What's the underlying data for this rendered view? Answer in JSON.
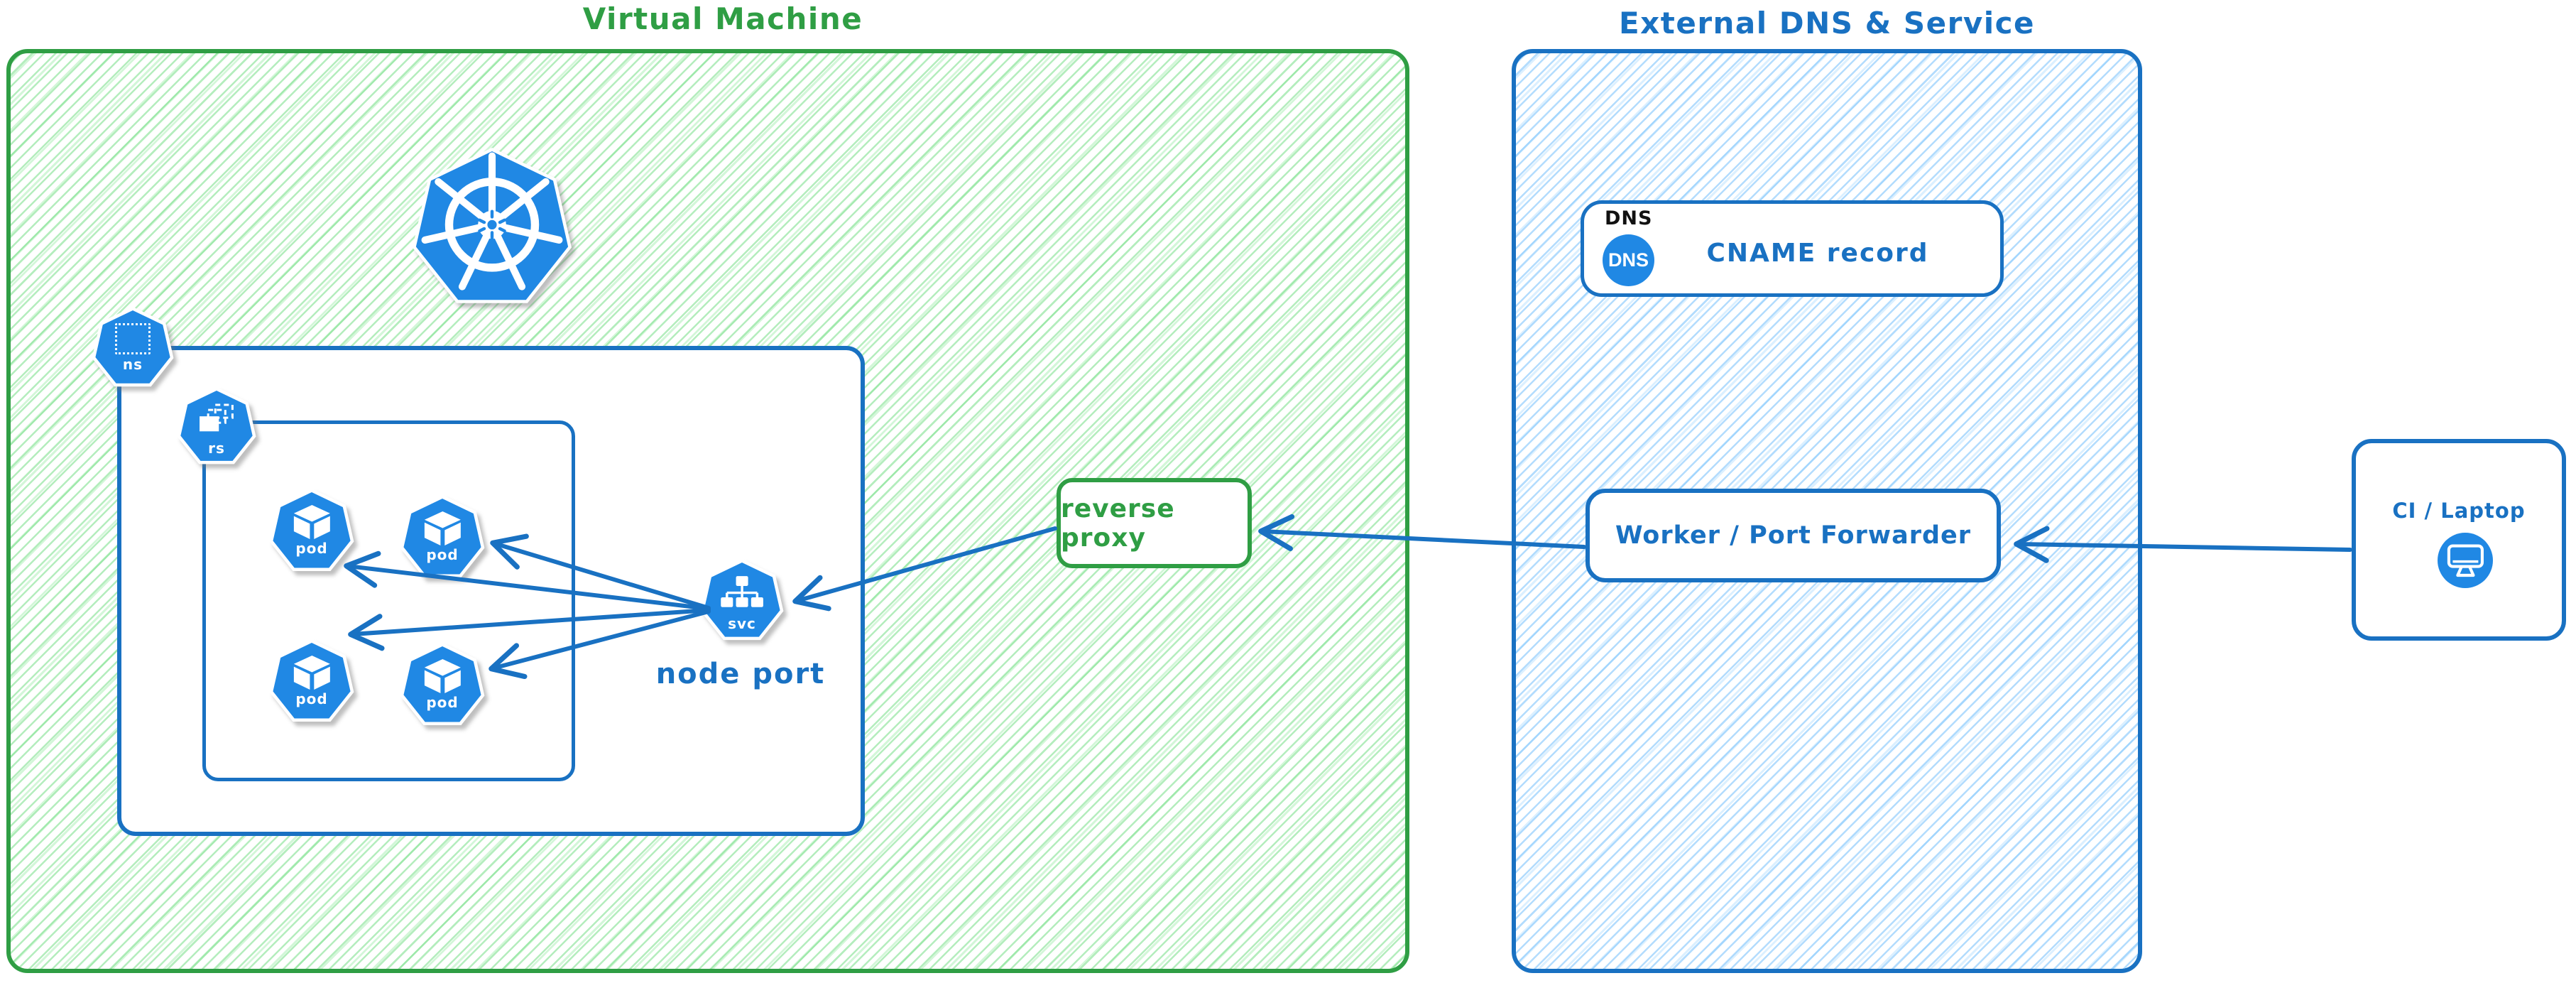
{
  "colors": {
    "green_stroke": "#2f9e44",
    "blue_stroke": "#1971c2",
    "icon_blue": "#2088e4",
    "hatch_green": "#69db7c",
    "hatch_blue": "#74c0fc",
    "tag_text": "#111111"
  },
  "vm": {
    "title": "Virtual Machine",
    "kubernetes_logo": "kubernetes-wheel-icon",
    "namespace": {
      "icon_label": "ns"
    },
    "replicaset": {
      "icon_label": "rs"
    },
    "pods": [
      {
        "label": "pod"
      },
      {
        "label": "pod"
      },
      {
        "label": "pod"
      },
      {
        "label": "pod"
      }
    ],
    "service": {
      "icon_label": "svc",
      "caption": "node port"
    },
    "reverse_proxy": {
      "label": "reverse proxy"
    }
  },
  "external": {
    "title": "External DNS & Service",
    "dns": {
      "tag": "DNS",
      "badge": "DNS",
      "label": "CNAME record"
    },
    "worker": {
      "label": "Worker / Port Forwarder"
    }
  },
  "client": {
    "label": "CI / Laptop"
  }
}
